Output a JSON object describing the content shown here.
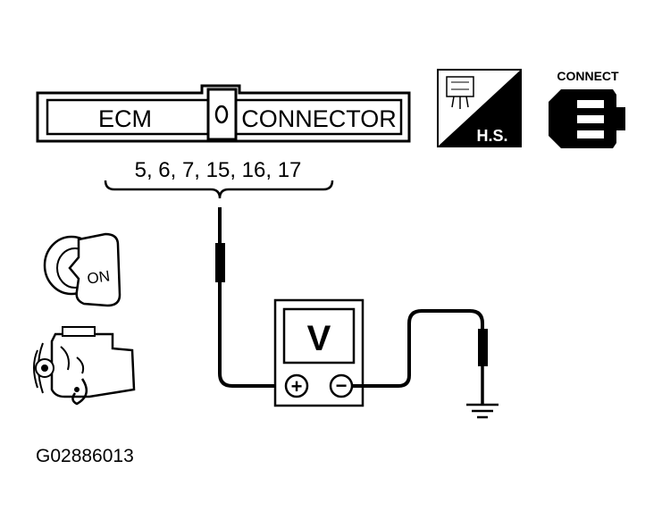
{
  "connector": {
    "left_label": "ECM",
    "right_label": "CONNECTOR",
    "pins": "5, 6, 7, 15, 16, 17"
  },
  "badges": {
    "harness_side": "H.S.",
    "connect": "CONNECT"
  },
  "ignition_key": {
    "label": "ON"
  },
  "voltmeter": {
    "display": "V",
    "positive": "+",
    "negative": "−"
  },
  "figure_id": "G02886013",
  "icons": [
    "harness-side-connector-icon",
    "connect-connector-icon",
    "ignition-key-on-icon",
    "engine-icon",
    "voltmeter-icon",
    "ground-symbol-icon"
  ]
}
